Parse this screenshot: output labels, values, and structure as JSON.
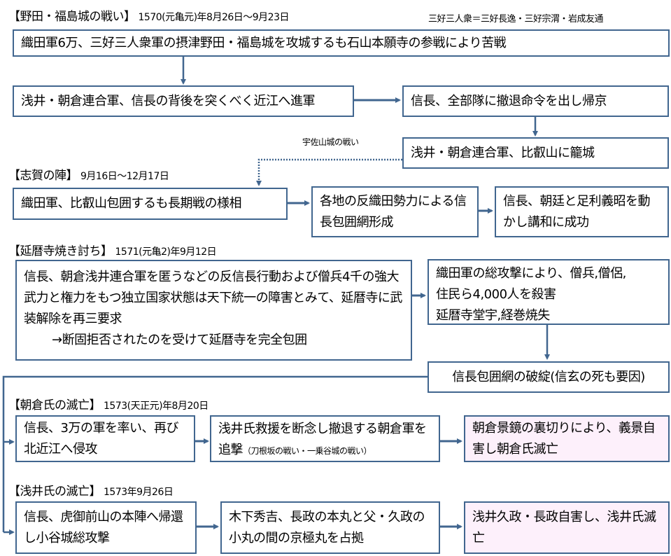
{
  "sections": [
    {
      "title": "【野田・福島城の戦い】",
      "date": "1570(元亀元)年8月26日～9月23日"
    },
    {
      "title": "【志賀の陣】",
      "date": "9月16日～12月17日"
    },
    {
      "title": "【延暦寺焼き討ち】",
      "date": "1571(元亀2)年9月12日"
    },
    {
      "title": "【朝倉氏の滅亡】",
      "date": "1573(天正元)年8月20日"
    },
    {
      "title": "【浅井氏の滅亡】",
      "date": "1573年9月26日"
    }
  ],
  "note": "三好三人衆＝三好長逸・三好宗渭・岩成友通",
  "usayama_label": "宇佐山城の戦い",
  "boxes": {
    "b1": "織田軍6万、三好三人衆軍の摂津野田・福島城を攻城するも石山本願寺の参戦により苦戦",
    "b2": "浅井・朝倉連合軍、信長の背後を突くべく近江へ進軍",
    "b3": "信長、全部隊に撤退命令を出し帰京",
    "b4": "浅井・朝倉連合軍、比叡山に籠城",
    "b5": "織田軍、比叡山包囲するも長期戦の様相",
    "b6": "各地の反織田勢力による信長包囲網形成",
    "b7": "信長、朝廷と足利義昭を動かし講和に成功",
    "b8_line1": "信長、朝倉浅井連合軍を匿うなどの反信長行動および僧兵4千の強大武力と権力をもつ独立国家状態は天下統一の障害とみて、延暦寺に武装解除を再三要求",
    "b8_line2": "→断固拒否されたのを受けて延暦寺を完全包囲",
    "b9_line1": "織田軍の総攻撃により、僧兵,僧侶,",
    "b9_line2": "住民ら4,000人を殺害",
    "b9_line3": "延暦寺堂宇,経巻焼失",
    "b10": "信長包囲網の破綻(信玄の死も要因)",
    "b11": "信長、3万の軍を率い、再び北近江へ侵攻",
    "b12": "浅井氏救援を断念し撤退する朝倉軍を追撃",
    "b12_small": "（刀根坂の戦い・一乗谷城の戦い）",
    "b13": "朝倉景鏡の裏切りにより、義景自害し朝倉氏滅亡",
    "b14": "信長、虎御前山の本陣へ帰還し小谷城総攻撃",
    "b15": "木下秀吉、長政の本丸と父・久政の小丸の間の京極丸を占拠",
    "b16": "浅井久政・長政自害し、浅井氏滅亡"
  },
  "colors": {
    "border": "#41668f",
    "highlight": "#fdf0fb"
  }
}
